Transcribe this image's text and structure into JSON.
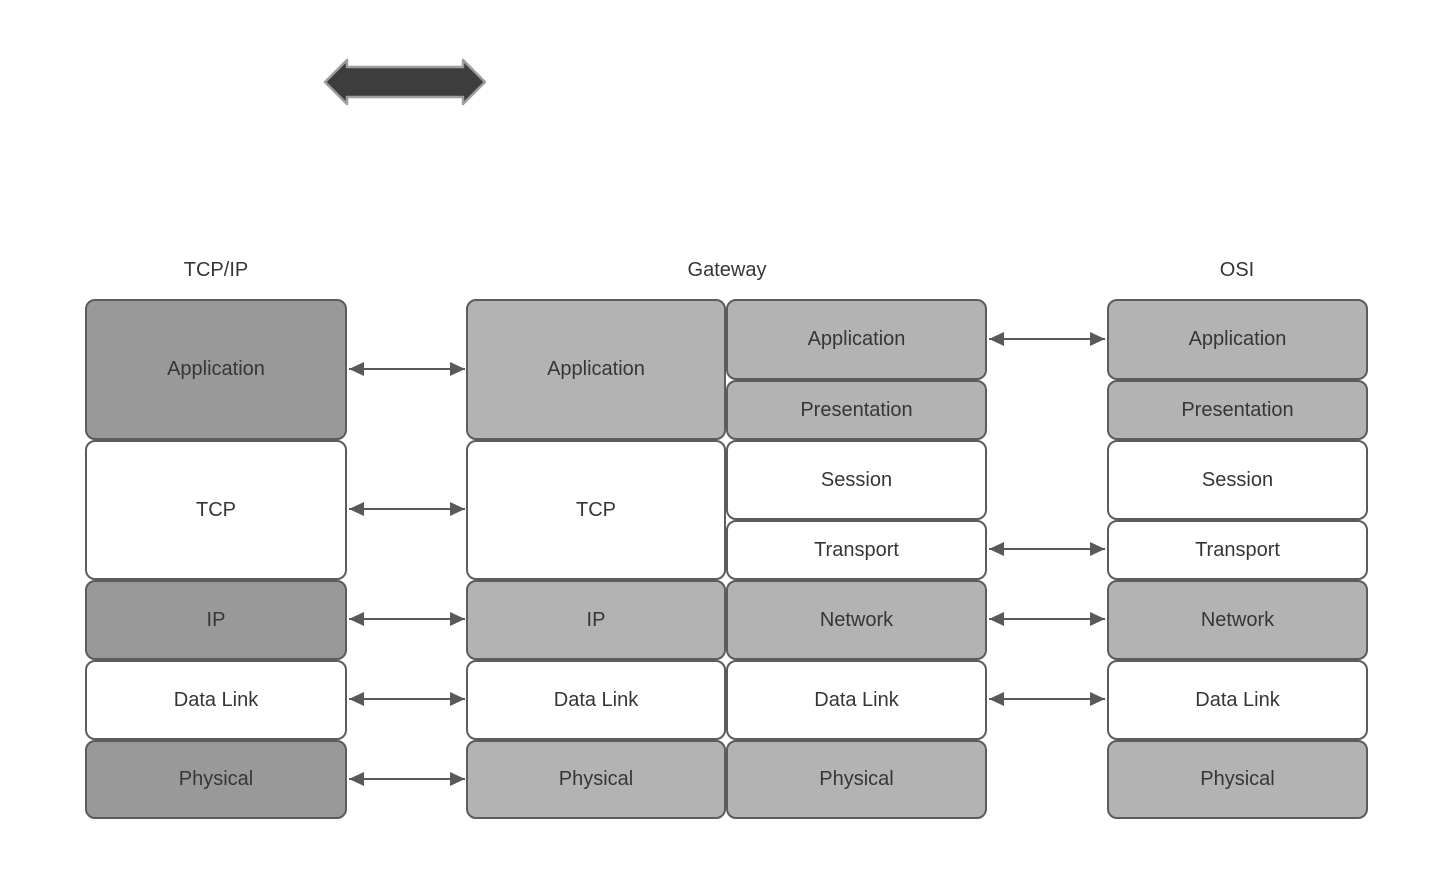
{
  "diagram": {
    "columns": [
      {
        "header": "TCP/IP",
        "layers": [
          {
            "label": "Application",
            "shade": "dark"
          },
          {
            "label": "TCP",
            "shade": "white"
          },
          {
            "label": "IP",
            "shade": "dark"
          },
          {
            "label": "Data Link",
            "shade": "white"
          },
          {
            "label": "Physical",
            "shade": "dark"
          }
        ]
      },
      {
        "header": "Gateway",
        "left_stack": [
          {
            "label": "Application",
            "shade": "light"
          },
          {
            "label": "TCP",
            "shade": "white"
          },
          {
            "label": "IP",
            "shade": "light"
          },
          {
            "label": "Data Link",
            "shade": "white"
          },
          {
            "label": "Physical",
            "shade": "light"
          }
        ],
        "right_stack": [
          {
            "label": "Application",
            "shade": "light"
          },
          {
            "label": "Presentation",
            "shade": "light"
          },
          {
            "label": "Session",
            "shade": "white"
          },
          {
            "label": "Transport",
            "shade": "white"
          },
          {
            "label": "Network",
            "shade": "light"
          },
          {
            "label": "Data Link",
            "shade": "white"
          },
          {
            "label": "Physical",
            "shade": "light"
          }
        ]
      },
      {
        "header": "OSI",
        "layers": [
          {
            "label": "Application",
            "shade": "light"
          },
          {
            "label": "Presentation",
            "shade": "light"
          },
          {
            "label": "Session",
            "shade": "white"
          },
          {
            "label": "Transport",
            "shade": "white"
          },
          {
            "label": "Network",
            "shade": "light"
          },
          {
            "label": "Data Link",
            "shade": "white"
          },
          {
            "label": "Physical",
            "shade": "light"
          }
        ]
      }
    ],
    "connections": {
      "tcpip_to_gateway": [
        "Application",
        "TCP",
        "IP",
        "Data Link",
        "Physical"
      ],
      "gateway_to_osi": [
        "Application",
        "Transport",
        "Network",
        "Data Link"
      ]
    },
    "icons": {
      "top_double_arrow": "double-headed-horizontal-arrow"
    }
  },
  "colors": {
    "background": "#ffffff",
    "box_dark": "#999999",
    "box_light": "#b3b3b3",
    "box_white": "#ffffff",
    "border": "#5c5c5c",
    "arrow": "#595959",
    "thick_arrow_fill": "#3d3d3d",
    "thick_arrow_outline": "#9e9e9e",
    "text": "#363636"
  }
}
